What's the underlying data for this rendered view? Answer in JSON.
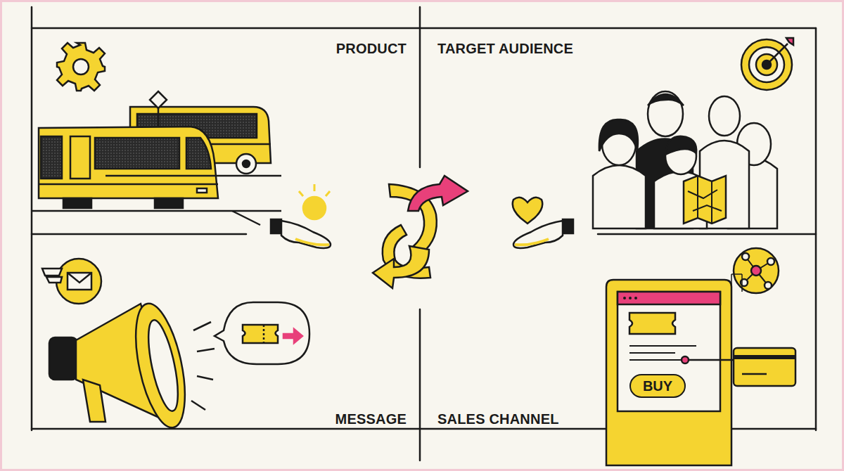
{
  "diagram": {
    "nodes": [
      {
        "text": [
          "BUY"
        ]
      }
    ],
    "labels": [
      "PRODUCT",
      "TARGET AUDIENCE",
      "MESSAGE",
      "SALES CHANNEL"
    ]
  }
}
